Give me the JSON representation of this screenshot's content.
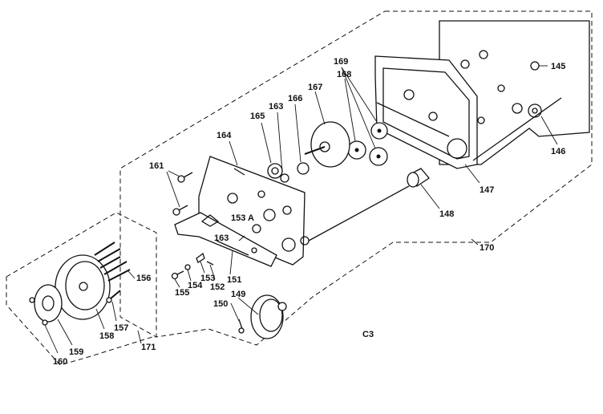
{
  "labels": {
    "p145": "145",
    "p146": "146",
    "p147": "147",
    "p148": "148",
    "p149": "149",
    "p150": "150",
    "p151": "151",
    "p152": "152",
    "p153": "153",
    "p153a": "153 A",
    "p154": "154",
    "p155": "155",
    "p156": "156",
    "p157": "157",
    "p158": "158",
    "p159": "159",
    "p160": "160",
    "p161": "161",
    "p163a": "163",
    "p163b": "163",
    "p164": "164",
    "p165": "165",
    "p166": "166",
    "p167": "167",
    "p168": "168",
    "p169": "169",
    "p170": "170",
    "p171": "171",
    "figure_code": "C3"
  }
}
